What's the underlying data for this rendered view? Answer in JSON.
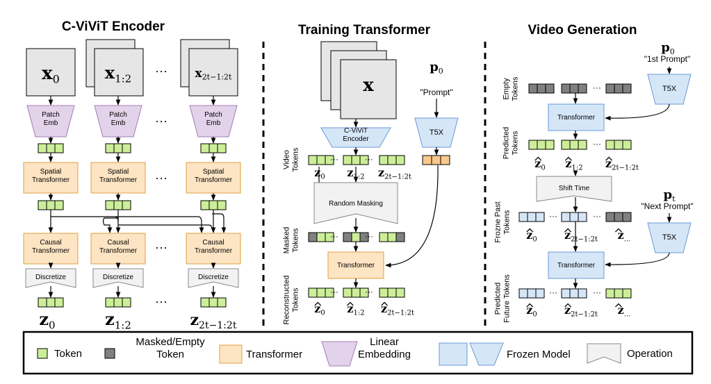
{
  "titles": {
    "encoder": "C-ViViT Encoder",
    "training": "Training Transformer",
    "generation": "Video Generation"
  },
  "encoder": {
    "frames": [
      "x0",
      "x1:2",
      "x2t−1:2t"
    ],
    "patch_emb": "Patch\nEmb",
    "spatial": "Spatial\nTransformer",
    "causal": "Causal\nTransformer",
    "discretize": "Discretize",
    "outputs": [
      "z0",
      "z1:2",
      "z2t−1:2t"
    ],
    "ellipsis": "···"
  },
  "training": {
    "video_input": "x",
    "prompt_symbol": "p0",
    "prompt_label": "\"Prompt\"",
    "cvivit_encoder": "C-ViViT\nEncoder",
    "t5x": "T5X",
    "video_tokens_label": "Video\nTokens",
    "token_labels": [
      "z0",
      "z1:2",
      "z2t−1:2t"
    ],
    "random_masking": "Random Masking",
    "masked_tokens_label": "Masked\nTokens",
    "transformer": "Transformer",
    "reconstructed_tokens_label": "Reconstructed\nTokens",
    "reconstructed_labels": [
      "ẑ0",
      "ẑ1:2",
      "ẑ2t−1:2t"
    ]
  },
  "generation": {
    "p0": "p0",
    "p0_prompt": "\"1st Prompt\"",
    "empty_tokens_label": "Empty\nTokens",
    "t5x_1": "T5X",
    "transformer_1": "Transformer",
    "predicted_tokens_label": "Predicted\nTokens",
    "predicted_labels": [
      "ẑ0",
      "ẑ1:2",
      "ẑ2t−1:2t"
    ],
    "shift_time": "Shift Time",
    "pt": "pt",
    "pt_prompt": "\"Next Prompt\"",
    "frozen_past_label": "Frozne Past\nTokens",
    "past_labels": [
      "ẑ0",
      "ẑ2t−1:2t",
      "ẑ..."
    ],
    "t5x_2": "T5X",
    "transformer_2": "Transformer",
    "future_tokens_label": "Predicted\nFuture Tokens",
    "future_labels": [
      "ẑ0",
      "ẑ2t−1:2t",
      "ẑ..."
    ],
    "ellipsis": "···"
  },
  "legend": {
    "token": "Token",
    "masked": "Masked/Empty\nToken",
    "transformer": "Transformer",
    "linear": "Linear\nEmbedding",
    "frozen": "Frozen Model",
    "operation": "Operation"
  },
  "colors": {
    "token_green": "#ccee99",
    "masked_gray": "#808080",
    "transformer_fill": "#fde4c3",
    "transformer_stroke": "#e0a040",
    "linear_fill": "#e2d2ea",
    "linear_stroke": "#a07cb8",
    "frozen_fill": "#d5e6f7",
    "frozen_stroke": "#6a9ad8",
    "operation_fill": "#f2f2f2",
    "frame_fill": "#e6e6e6"
  }
}
